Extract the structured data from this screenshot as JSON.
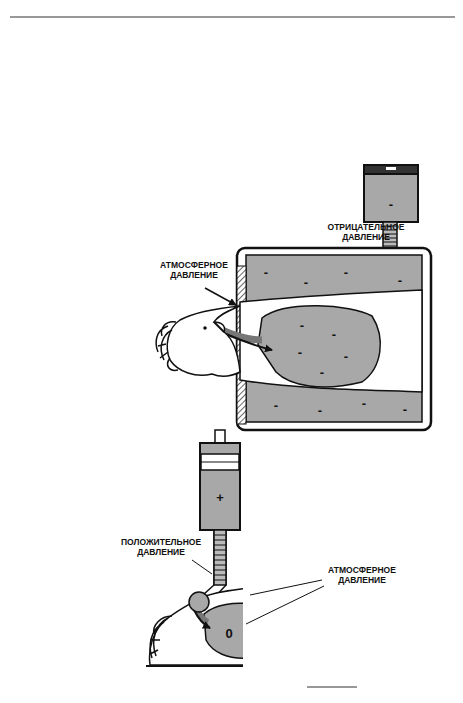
{
  "diagram": {
    "labels": [
      "-",
      "ОТРИЦАТЕЛЬНОЕ ДАВЛЕНИЕ",
      "АТМОСФЕРНОЕ ДАВЛЕНИЕ",
      "-",
      "-",
      "-",
      "-",
      "-",
      "-",
      "-",
      "-",
      "-",
      "-",
      "-",
      "-",
      "-",
      "+",
      "ПОЛОЖИТЕЛЬНОЕ ДАВЛЕНИЕ",
      "АТМОСФЕРНОЕ ДАВЛЕНИЕ",
      "0"
    ]
  }
}
